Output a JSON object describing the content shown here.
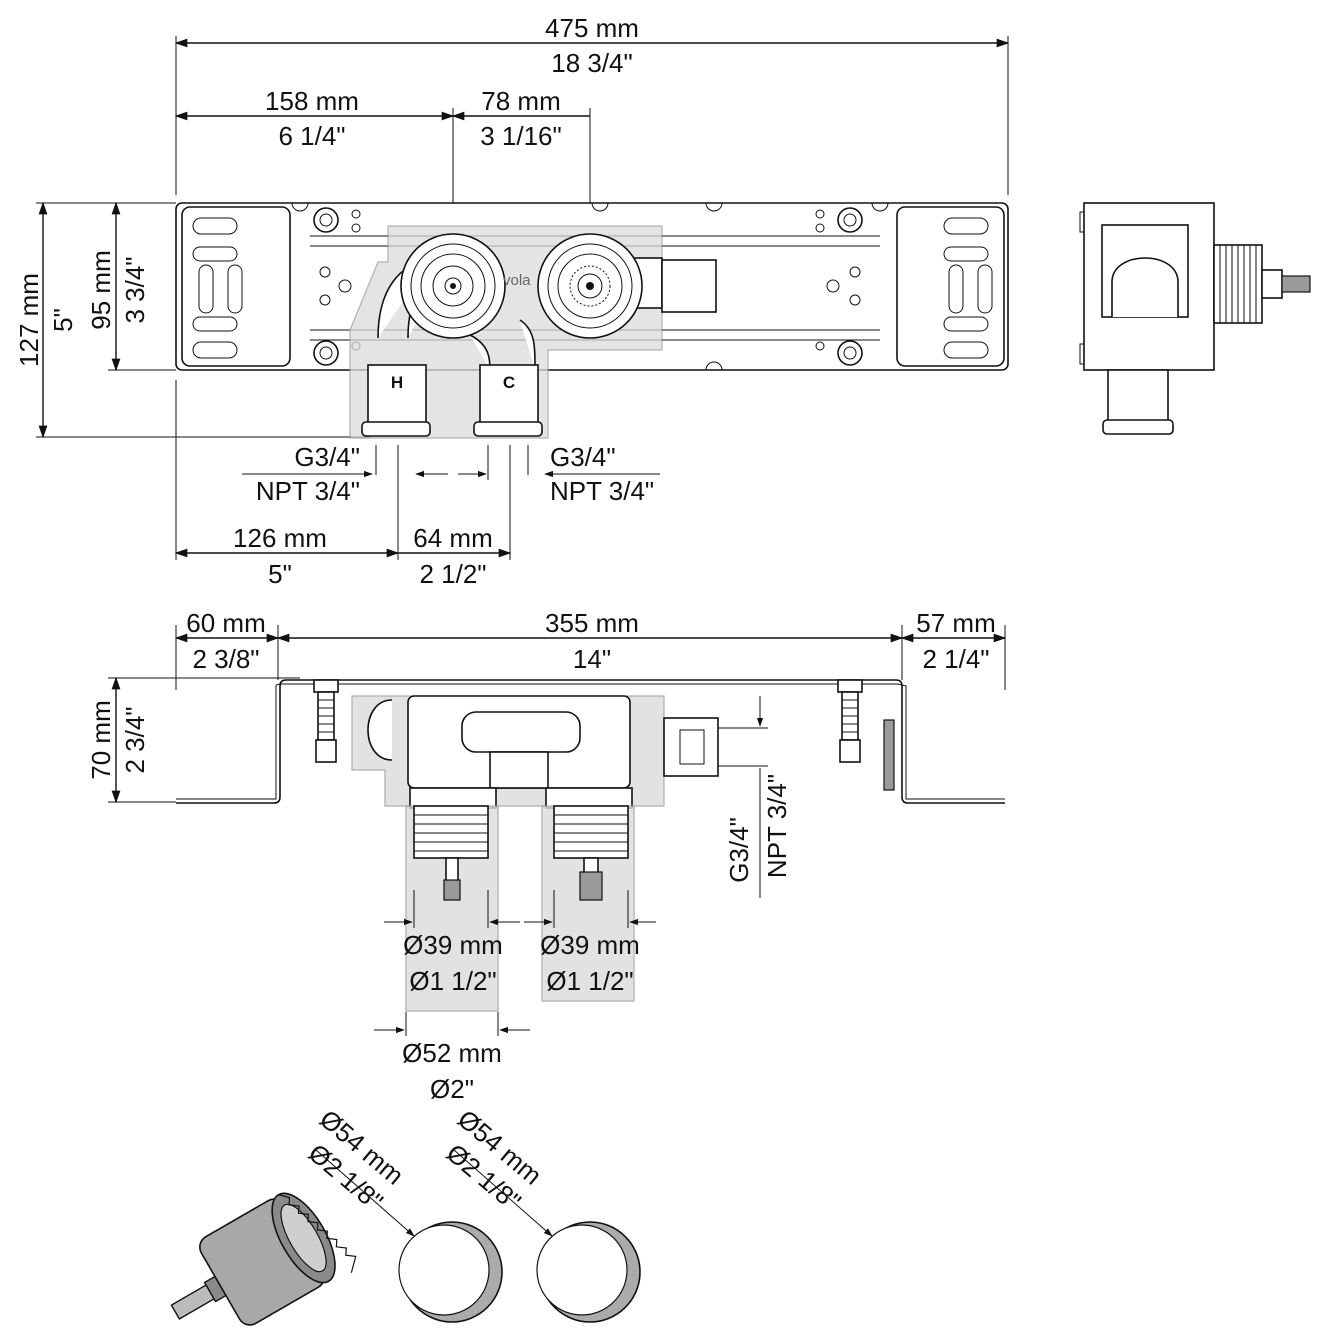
{
  "front_view": {
    "overall_width": {
      "mm": "475 mm",
      "in": "18 3/4\""
    },
    "left_to_hot": {
      "mm": "158 mm",
      "in": "6 1/4\""
    },
    "hot_to_cold": {
      "mm": "78 mm",
      "in": "3 1/16\""
    },
    "overall_height": {
      "mm": "127 mm",
      "in": "5\""
    },
    "plate_height": {
      "mm": "95 mm",
      "in": "3 3/4\""
    },
    "connection_left": {
      "thread": "G3/4\"",
      "npt": "NPT 3/4\""
    },
    "connection_right": {
      "thread": "G3/4\"",
      "npt": "NPT 3/4\""
    },
    "left_to_outlet": {
      "mm": "126 mm",
      "in": "5\""
    },
    "outlet_spacing": {
      "mm": "64 mm",
      "in": "2 1/2\""
    },
    "hot_label": "H",
    "cold_label": "C",
    "brand": "vola"
  },
  "top_view": {
    "left_bracket": {
      "mm": "60 mm",
      "in": "2 3/8\""
    },
    "middle": {
      "mm": "355 mm",
      "in": "14\""
    },
    "right_bracket": {
      "mm": "57 mm",
      "in": "2 1/4\""
    },
    "depth": {
      "mm": "70 mm",
      "in": "2 3/4\""
    },
    "side_connection": {
      "thread": "G3/4\"",
      "npt": "NPT 3/4\""
    },
    "valve_dia_left": {
      "mm": "Ø39 mm",
      "in": "Ø1 1/2\""
    },
    "valve_dia_right": {
      "mm": "Ø39 mm",
      "in": "Ø1 1/2\""
    },
    "sleeve_dia": {
      "mm": "Ø52 mm",
      "in": "Ø2\""
    }
  },
  "holes": {
    "hole_1": {
      "mm": "Ø54 mm",
      "in": "Ø2 1/8\""
    },
    "hole_2": {
      "mm": "Ø54 mm",
      "in": "Ø2 1/8\""
    }
  },
  "icons": [
    "hole-saw-icon",
    "cover-plate-icon"
  ]
}
